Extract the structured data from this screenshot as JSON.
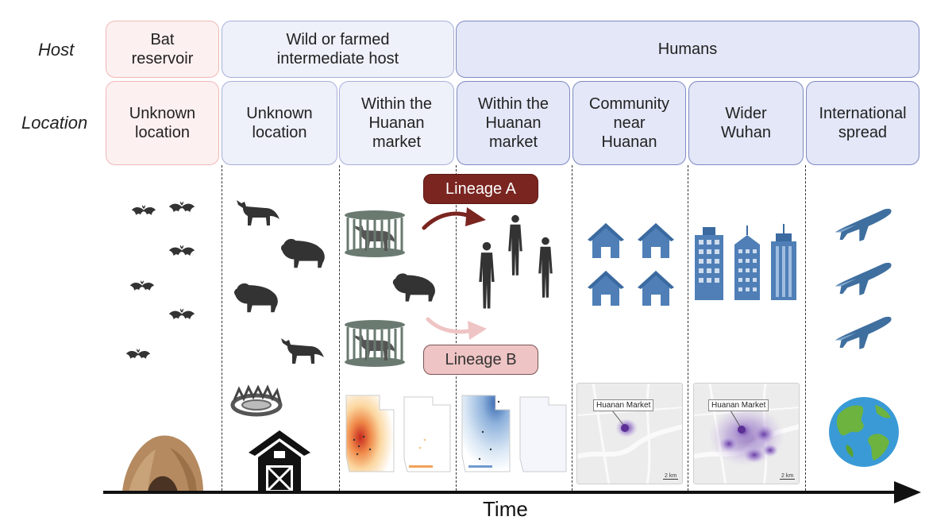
{
  "rows": {
    "host_label": "Host",
    "location_label": "Location"
  },
  "host": {
    "bat": "Bat\nreservoir",
    "intermediate": "Wild or farmed\nintermediate host",
    "humans": "Humans"
  },
  "locations": [
    "Unknown\nlocation",
    "Unknown\nlocation",
    "Within the\nHuanan\nmarket",
    "Within the\nHuanan\nmarket",
    "Community\nnear\nHuanan",
    "Wider\nWuhan",
    "International\nspread"
  ],
  "lineages": {
    "a": "Lineage A",
    "b": "Lineage B"
  },
  "maps": {
    "label_1": "Huanan Market",
    "label_2": "Huanan Market",
    "scale": "2 km"
  },
  "axis": {
    "time": "Time"
  },
  "colors": {
    "bat_pink": "#fdf0f0",
    "intermediate_lavender": "#eef0fa",
    "humans_blue": "#e3e7f7",
    "lineage_a": "#7a2520",
    "lineage_b": "#efc4c4",
    "house_blue": "#4f7fb6"
  }
}
